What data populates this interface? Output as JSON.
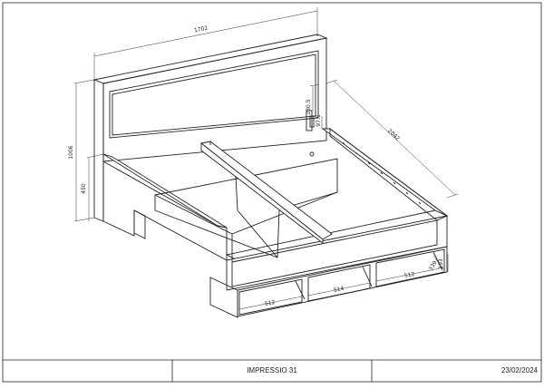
{
  "drawing": {
    "product_name": "IMPRESSIO 31",
    "date": "23/02/2024"
  },
  "dimensions": {
    "overall_width": "1702",
    "overall_length": "2042",
    "headboard_height": "1006",
    "frame_height": "450",
    "gap_height": "230.5",
    "rail_height": "97.5",
    "drawer_left": "512",
    "drawer_middle": "514",
    "drawer_right": "512",
    "drawer_depth": "339",
    "drawer_height": "193"
  }
}
